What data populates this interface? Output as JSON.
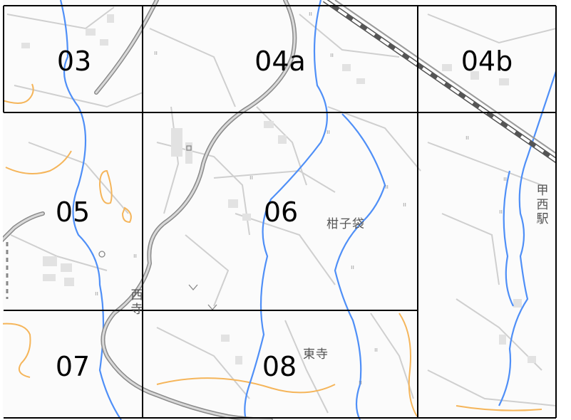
{
  "tiles": [
    {
      "id": "03"
    },
    {
      "id": "04a"
    },
    {
      "id": "04b"
    },
    {
      "id": "05"
    },
    {
      "id": "06"
    },
    {
      "id": "07"
    },
    {
      "id": "08"
    }
  ],
  "place_labels": {
    "kojibukuro": "柑子袋",
    "higashidera": "東寺",
    "nishidera": "西寺",
    "kosei_station": "甲西駅"
  },
  "colors": {
    "grid_line": "#000000",
    "river": "#4f8ff7",
    "road_main": "#7a7a7a",
    "contour": "#f5b55a",
    "railway": "#555555",
    "minor_road": "#c8c8c8",
    "building": "#dcdcdc"
  },
  "symbols": [
    "rice-field-symbol",
    "shrine-symbol",
    "post-office-symbol",
    "orchard-symbol"
  ]
}
